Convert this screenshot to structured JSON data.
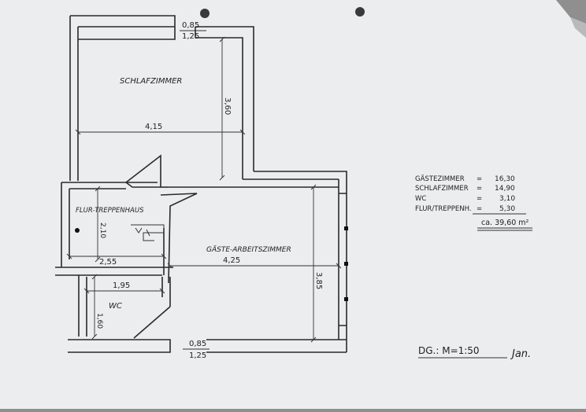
{
  "rooms": {
    "schlafzimmer": "SCHLAFZIMMER",
    "flur": "FLUR-TREPPENHAUS",
    "gaeste": "GÄSTE-ARBEITSZIMMER",
    "wc": "WC"
  },
  "dimensions": {
    "top_085": "0,85",
    "top_125": "1,25",
    "schlaf_width": "4,15",
    "schlaf_height": "3,60",
    "flur_height": "2,10",
    "flur_width": "2,55",
    "gaeste_width": "4,25",
    "gaeste_height": "3,85",
    "wc_width": "1,95",
    "wc_height": "1,60",
    "bottom_085": "0,85",
    "bottom_125": "1,25"
  },
  "area_table": {
    "rows": [
      {
        "label": "GÄSTEZIMMER",
        "value": "16,30"
      },
      {
        "label": "SCHLAFZIMMER",
        "value": "14,90"
      },
      {
        "label": "WC",
        "value": "3,10"
      },
      {
        "label": "FLUR/TREPPENH.",
        "value": "5,30"
      }
    ],
    "total": "ca. 39,60 m²"
  },
  "footer": {
    "scale": "DG.: M=1:50",
    "signature": "Jan."
  },
  "colors": {
    "paper": "#ecedef",
    "ink": "#2a2a2a",
    "shadow": "#8f8f8f"
  }
}
